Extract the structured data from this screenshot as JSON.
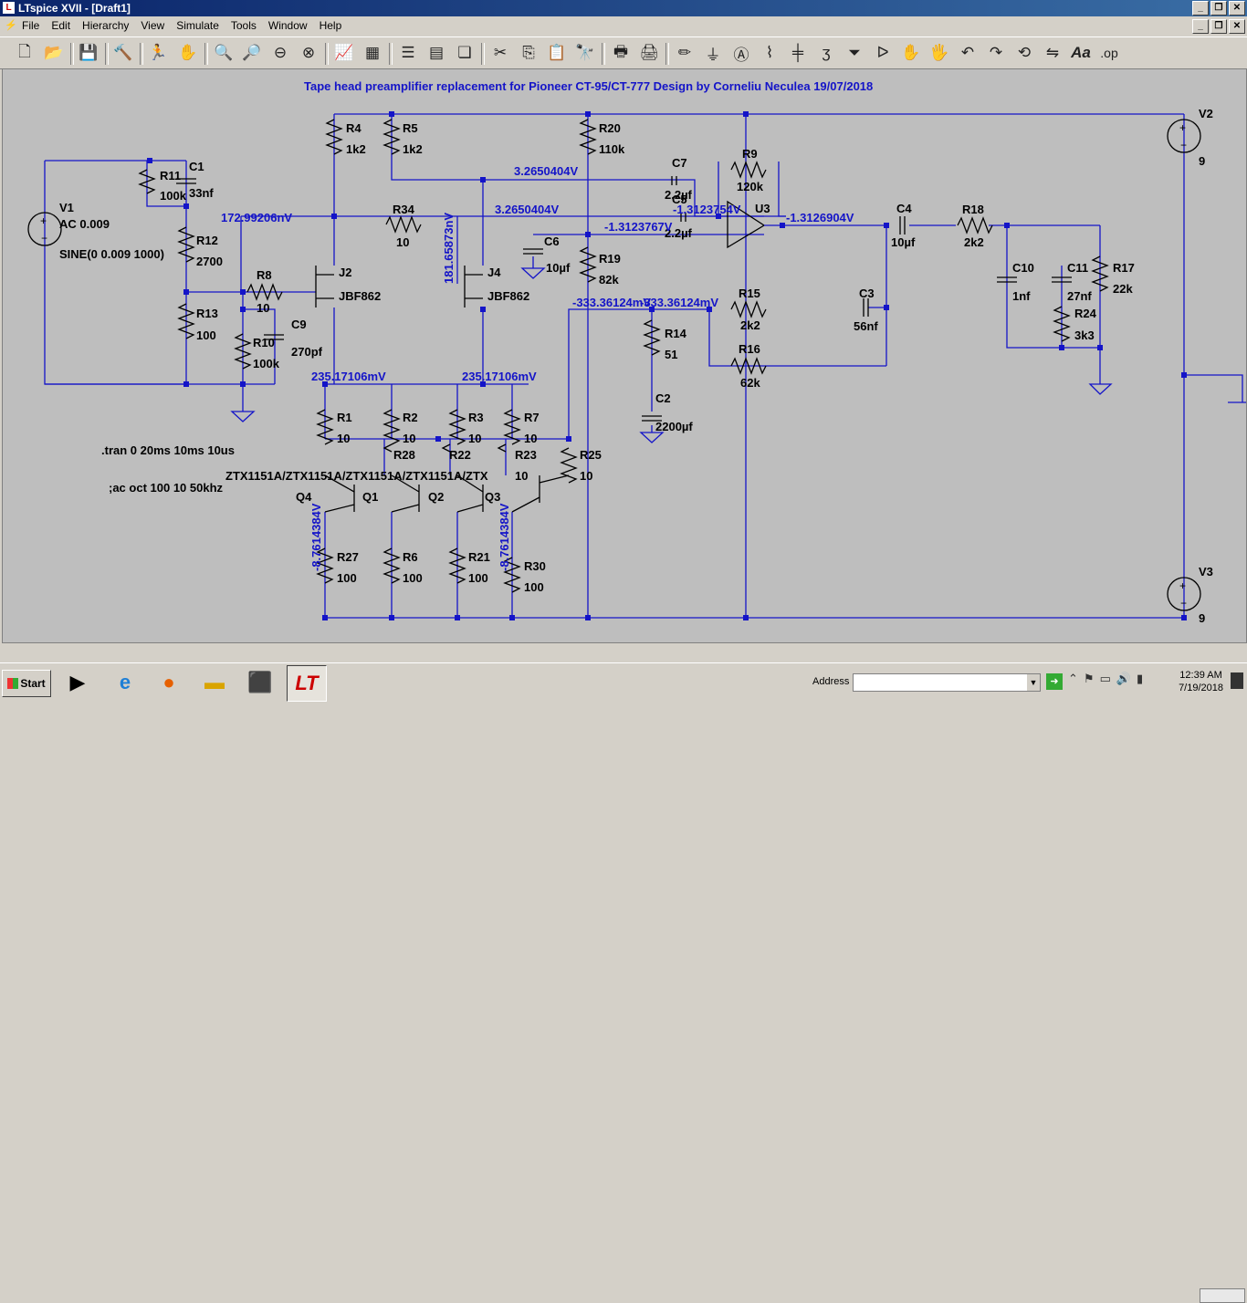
{
  "window": {
    "title": "LTspice XVII - [Draft1]"
  },
  "menu": [
    "File",
    "Edit",
    "Hierarchy",
    "View",
    "Simulate",
    "Tools",
    "Window",
    "Help"
  ],
  "toolbar_icons": [
    "new-schematic-icon",
    "open-icon",
    "save-icon",
    "control-panel-icon",
    "run-icon",
    "halt-icon",
    "zoom-in-icon",
    "pan-icon",
    "zoom-out-icon",
    "zoom-cancel-icon",
    "plot-icon",
    "autorange-icon",
    "tile-horizontal-icon",
    "tile-vertical-icon",
    "cascade-icon",
    "cut-icon",
    "copy-icon",
    "paste-icon",
    "find-icon",
    "print-setup-icon",
    "print-icon",
    "draw-wire-icon",
    "ground-icon",
    "label-net-icon",
    "resistor-icon",
    "capacitor-icon",
    "inductor-icon",
    "diode-icon",
    "component-icon",
    "move-icon",
    "drag-icon",
    "undo-icon",
    "redo-icon",
    "rotate-icon",
    "mirror-icon",
    "text-icon",
    "spice-directive-icon"
  ],
  "toolbar_text": {
    "text": "Aa",
    "op": ".op"
  },
  "schematic": {
    "title": "Tape head preamplifier replacement for Pioneer CT-95/CT-777 Design by Corneliu Neculea 19/07/2018",
    "directives": [
      ".tran 0 20ms 10ms 10us",
      ";ac oct 100 10 50khz"
    ],
    "sources": [
      {
        "name": "V1",
        "lines": [
          "AC 0.009",
          "SINE(0 0.009 1000)"
        ]
      },
      {
        "name": "V2",
        "value": "9"
      },
      {
        "name": "V3",
        "value": "9"
      }
    ],
    "components": [
      {
        "name": "R11",
        "value": "100k"
      },
      {
        "name": "C1",
        "value": "33nf"
      },
      {
        "name": "R12",
        "value": "2700"
      },
      {
        "name": "R13",
        "value": "100"
      },
      {
        "name": "R8",
        "value": "10"
      },
      {
        "name": "R10",
        "value": "100k"
      },
      {
        "name": "C9",
        "value": "270pf"
      },
      {
        "name": "R4",
        "value": "1k2"
      },
      {
        "name": "R5",
        "value": "1k2"
      },
      {
        "name": "R34",
        "value": "10"
      },
      {
        "name": "J2",
        "value": "JBF862"
      },
      {
        "name": "J4",
        "value": "JBF862"
      },
      {
        "name": "R20",
        "value": "110k"
      },
      {
        "name": "C7",
        "value": "2.2µf"
      },
      {
        "name": "C5",
        "value": "2.2µf"
      },
      {
        "name": "R9",
        "value": "120k"
      },
      {
        "name": "U3",
        "value": ""
      },
      {
        "name": "C6",
        "value": "10µf"
      },
      {
        "name": "R19",
        "value": "82k"
      },
      {
        "name": "R15",
        "value": "2k2"
      },
      {
        "name": "R16",
        "value": "62k"
      },
      {
        "name": "R14",
        "value": "51"
      },
      {
        "name": "C2",
        "value": "2200µf"
      },
      {
        "name": "C3",
        "value": "56nf"
      },
      {
        "name": "C4",
        "value": "10µf"
      },
      {
        "name": "R18",
        "value": "2k2"
      },
      {
        "name": "C10",
        "value": "1nf"
      },
      {
        "name": "C11",
        "value": "27nf"
      },
      {
        "name": "R24",
        "value": "3k3"
      },
      {
        "name": "R17",
        "value": "22k"
      },
      {
        "name": "R1",
        "value": "10"
      },
      {
        "name": "R2",
        "value": "10"
      },
      {
        "name": "R3",
        "value": "10"
      },
      {
        "name": "R7",
        "value": "10"
      },
      {
        "name": "R28",
        "value": "10"
      },
      {
        "name": "R22",
        "value": "10"
      },
      {
        "name": "R23",
        "value": "10"
      },
      {
        "name": "R25",
        "value": "10"
      },
      {
        "name": "Q4",
        "value": ""
      },
      {
        "name": "Q1",
        "value": ""
      },
      {
        "name": "Q2",
        "value": ""
      },
      {
        "name": "Q3",
        "value": ""
      },
      {
        "name": "R27",
        "value": "100"
      },
      {
        "name": "R6",
        "value": "100"
      },
      {
        "name": "R21",
        "value": "100"
      },
      {
        "name": "R30",
        "value": "100"
      }
    ],
    "transistor_model_text": "ZTX1151A/ZTX1151A/ZTX1151A/ZTX1151A/ZTX",
    "node_voltages": [
      "172.99206nV",
      "3.2650404V",
      "3.2650404V",
      "181.65873nV",
      "-1.3123754V",
      "-1.3123767V",
      "-1.3126904V",
      "-333.36124mV",
      "-333.36124mV",
      "235.17106mV",
      "235.17106mV",
      "-8.7614384V",
      "-8.7614384V"
    ]
  },
  "taskbar": {
    "start": "Start",
    "apps": [
      "media-player-icon",
      "internet-explorer-icon",
      "firefox-icon",
      "file-explorer-icon",
      "pdf-reader-icon",
      "ltspice-icon"
    ],
    "address_label": "Address",
    "time": "12:39 AM",
    "date": "7/19/2018"
  },
  "colors": {
    "wire": "#1414c8",
    "canvas": "#bebebe",
    "titlebar": "#0a246a"
  }
}
